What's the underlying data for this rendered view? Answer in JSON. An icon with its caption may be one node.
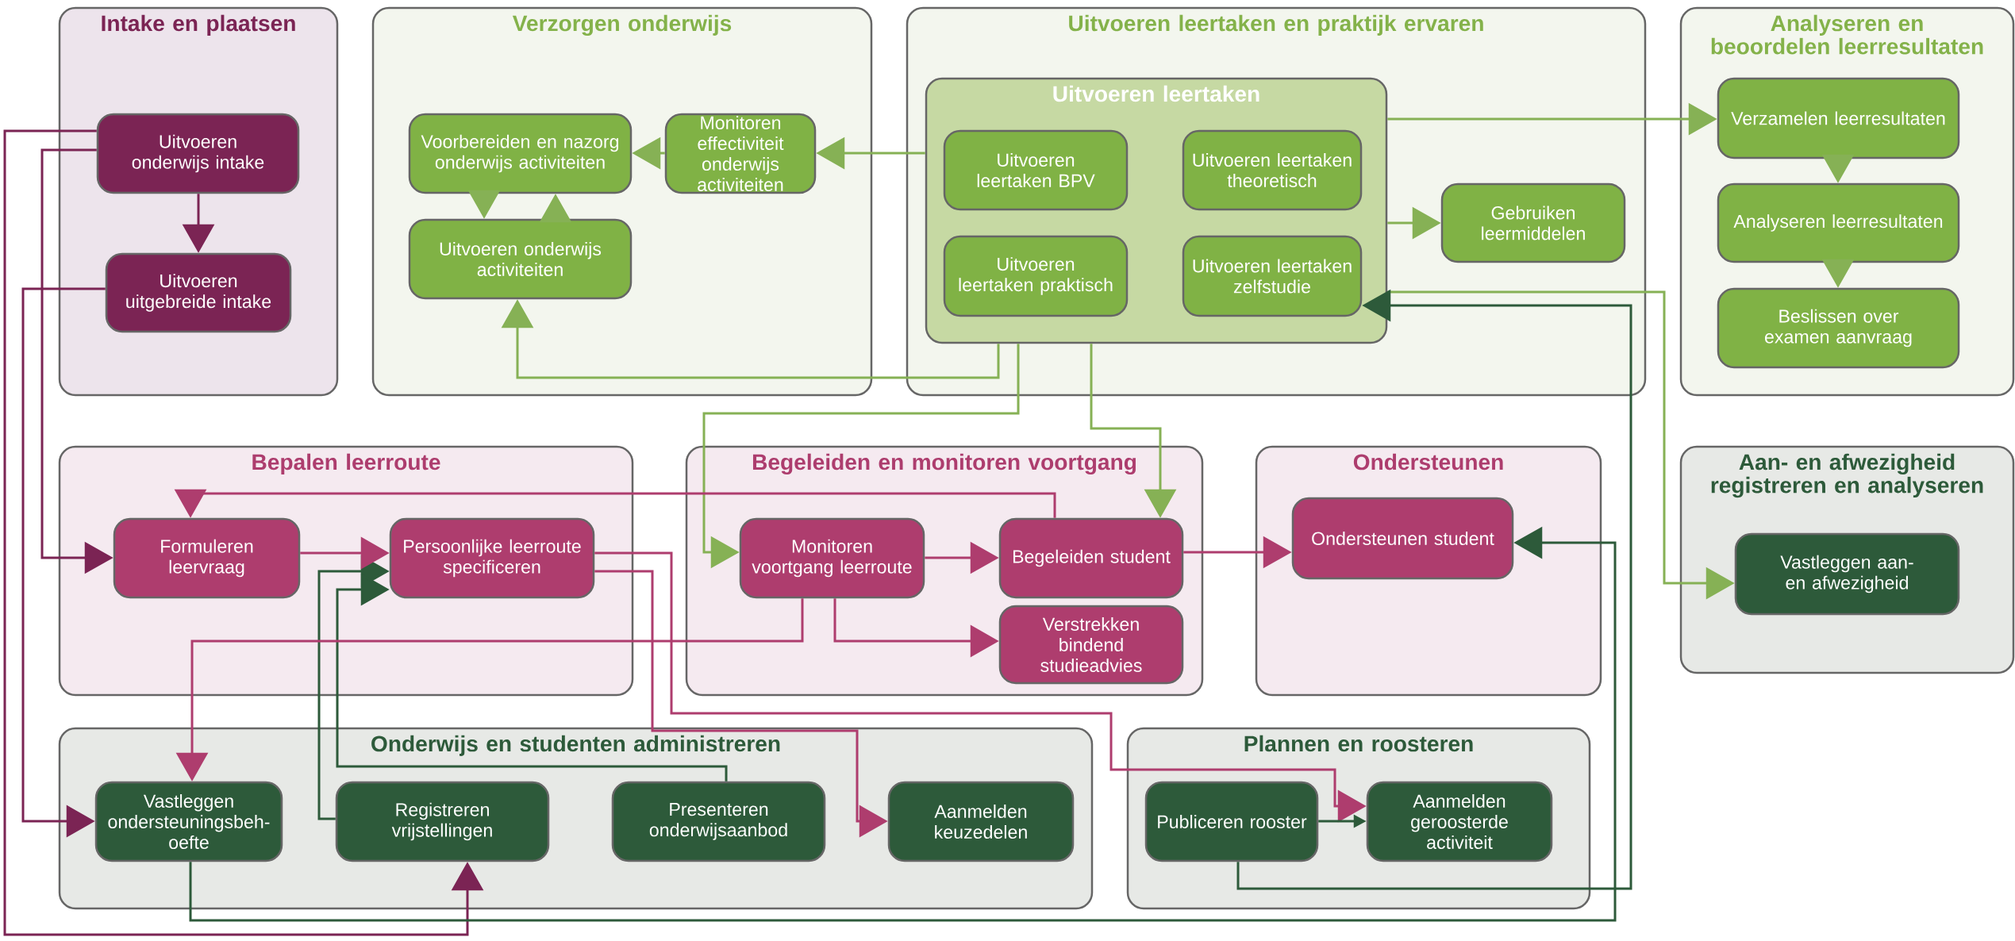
{
  "diagram": {
    "nodes": [
      {
        "text": [
          "Intake en plaatsen"
        ]
      },
      {
        "text": [
          "Uitvoeren onderwijs intake"
        ],
        "in": 0
      },
      {
        "text": [
          "Uitvoeren uitgebreide intake"
        ],
        "in": 0
      },
      {
        "text": [
          "Verzorgen onderwijs"
        ]
      },
      {
        "text": [
          "Voorbereiden en nazorg onderwijs activiteiten"
        ],
        "in": 3
      },
      {
        "text": [
          "Monitoren effectiviteit onderwijs activiteiten"
        ],
        "in": 3
      },
      {
        "text": [
          "Uitvoeren onderwijs activiteiten"
        ],
        "in": 3
      },
      {
        "text": [
          "Uitvoeren leertaken en praktijk ervaren"
        ]
      },
      {
        "text": [
          "Uitvoeren leertaken"
        ],
        "in": 7
      },
      {
        "text": [
          "Uitvoeren leertaken BPV"
        ],
        "in": 8
      },
      {
        "text": [
          "Uitvoeren leertaken theoretisch"
        ],
        "in": 8
      },
      {
        "text": [
          "Uitvoeren leertaken praktisch"
        ],
        "in": 8
      },
      {
        "text": [
          "Uitvoeren leertaken zelfstudie"
        ],
        "in": 8
      },
      {
        "text": [
          "Gebruiken leermiddelen"
        ],
        "in": 7
      },
      {
        "text": [
          "Analyseren en beoordelen leerresultaten"
        ]
      },
      {
        "text": [
          "Verzamelen leerresultaten"
        ],
        "in": 14
      },
      {
        "text": [
          "Analyseren leerresultaten"
        ],
        "in": 14
      },
      {
        "text": [
          "Beslissen over examen aanvraag"
        ],
        "in": 14
      },
      {
        "text": [
          "Bepalen leerroute"
        ]
      },
      {
        "text": [
          "Formuleren leervraag"
        ],
        "in": 18
      },
      {
        "text": [
          "Persoonlijke leerroute specificeren"
        ],
        "in": 18
      },
      {
        "text": [
          "Begeleiden en monitoren voortgang"
        ]
      },
      {
        "text": [
          "Monitoren voortgang leerroute"
        ],
        "in": 21
      },
      {
        "text": [
          "Begeleiden student"
        ],
        "in": 21
      },
      {
        "text": [
          "Verstrekken bindend studieadvies"
        ],
        "in": 21
      },
      {
        "text": [
          "Ondersteunen"
        ]
      },
      {
        "text": [
          "Ondersteunen student"
        ],
        "in": 25
      },
      {
        "text": [
          "Aan- en afwezigheid registreren en analyseren"
        ]
      },
      {
        "text": [
          "Vastleggen aan- en afwezigheid"
        ],
        "in": 27
      },
      {
        "text": [
          "Onderwijs en studenten administreren"
        ]
      },
      {
        "text": [
          "Vastleggen ondersteuningsbeh- oefte"
        ],
        "in": 29
      },
      {
        "text": [
          "Registreren vrijstellingen"
        ],
        "in": 29
      },
      {
        "text": [
          "Presenteren onderwijsaanbod"
        ],
        "in": 29
      },
      {
        "text": [
          "Aanmelden keuzedelen"
        ],
        "in": 29
      },
      {
        "text": [
          "Plannen en roosteren"
        ]
      },
      {
        "text": [
          "Publiceren rooster"
        ],
        "in": 34
      },
      {
        "text": [
          "Aanmelden geroosterde activiteit"
        ],
        "in": 34
      }
    ],
    "edges": [
      {
        "from": 1,
        "to": 2,
        "arrow": "to",
        "color": "#7b2454"
      },
      {
        "from": 1,
        "to": 31,
        "arrow": "to",
        "color": "#7b2454"
      },
      {
        "from": 1,
        "to": 19,
        "arrow": "to",
        "color": "#7b2454"
      },
      {
        "from": 2,
        "to": 30,
        "arrow": "to",
        "color": "#7b2454"
      },
      {
        "from": 5,
        "to": 4,
        "arrow": "to"
      },
      {
        "from": 4,
        "to": 6,
        "arrow": "to"
      },
      {
        "from": 6,
        "to": 4,
        "arrow": "to"
      },
      {
        "from": 8,
        "to": 5,
        "arrow": "to"
      },
      {
        "from": 8,
        "to": 6,
        "arrow": "to"
      },
      {
        "from": 8,
        "to": 22,
        "arrow": "to"
      },
      {
        "from": 8,
        "to": 23,
        "arrow": "to"
      },
      {
        "from": 8,
        "to": 15,
        "arrow": "to"
      },
      {
        "from": 8,
        "to": 13,
        "arrow": "to"
      },
      {
        "from": 15,
        "to": 16,
        "arrow": "to"
      },
      {
        "from": 16,
        "to": 17,
        "arrow": "to"
      },
      {
        "from": 8,
        "to": 28,
        "arrow": "to"
      },
      {
        "from": 35,
        "to": 12,
        "arrow": "to",
        "color": "#2d5a3a"
      },
      {
        "from": 30,
        "to": 26,
        "arrow": "to",
        "color": "#2d5a3a"
      },
      {
        "from": 31,
        "to": 20,
        "arrow": "to",
        "color": "#2d5a3a"
      },
      {
        "from": 32,
        "to": 20,
        "arrow": "to",
        "color": "#2d5a3a"
      },
      {
        "from": 19,
        "to": 20,
        "arrow": "to",
        "color": "#ae3d6e"
      },
      {
        "from": 23,
        "to": 19,
        "arrow": "to",
        "color": "#ae3d6e"
      },
      {
        "from": 22,
        "to": 23,
        "arrow": "to",
        "color": "#ae3d6e"
      },
      {
        "from": 22,
        "to": 24,
        "arrow": "to",
        "color": "#ae3d6e"
      },
      {
        "from": 22,
        "to": 30,
        "arrow": "to",
        "color": "#ae3d6e"
      },
      {
        "from": 20,
        "to": 33,
        "arrow": "to",
        "color": "#ae3d6e"
      },
      {
        "from": 20,
        "to": 36,
        "arrow": "to",
        "color": "#ae3d6e"
      },
      {
        "from": 23,
        "to": 26,
        "arrow": "to",
        "color": "#ae3d6e"
      },
      {
        "from": 35,
        "to": 36,
        "arrow": "to",
        "color": "#2d5a3a"
      }
    ]
  }
}
